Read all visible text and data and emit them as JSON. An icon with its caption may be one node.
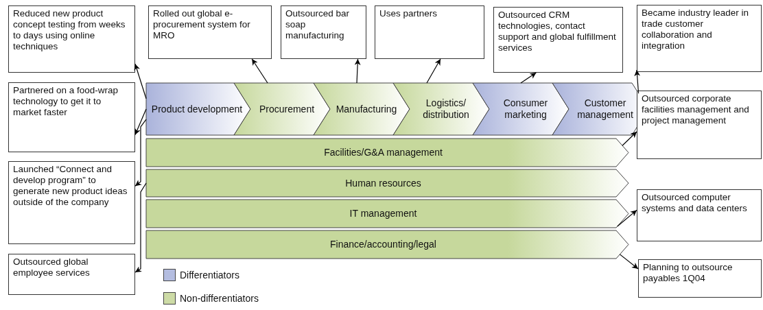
{
  "diagram": {
    "nodes": [
      {
        "text": [
          "Reduced new product concept testing from weeks to days using online techniques"
        ]
      },
      {
        "text": [
          "Rolled out global e-procurement system for MRO"
        ]
      },
      {
        "text": [
          "Outsourced bar soap manufacturing"
        ]
      },
      {
        "text": [
          "Uses partners"
        ]
      },
      {
        "text": [
          "Outsourced CRM technologies, contact support and global fulfillment services"
        ]
      },
      {
        "text": [
          "Became industry leader in trade customer collaboration and integration"
        ]
      },
      {
        "text": [
          "Partnered on a food-wrap technology to get it to market faster"
        ]
      },
      {
        "text": [
          "Launched “Connect and develop program” to generate new product ideas outside of the company"
        ]
      },
      {
        "text": [
          "Outsourced global employee services"
        ]
      },
      {
        "text": [
          "Product development"
        ]
      },
      {
        "text": [
          "Procurement"
        ]
      },
      {
        "text": [
          "Manufacturing"
        ]
      },
      {
        "text": [
          "Logistics/ distribution"
        ]
      },
      {
        "text": [
          "Consumer marketing"
        ]
      },
      {
        "text": [
          "Customer management"
        ]
      },
      {
        "text": [
          "Facilities/G&A management"
        ]
      },
      {
        "text": [
          "Human resources"
        ]
      },
      {
        "text": [
          "IT management"
        ]
      },
      {
        "text": [
          "Finance/accounting/legal"
        ]
      },
      {
        "text": [
          "Outsourced corporate facilities management and project management"
        ]
      },
      {
        "text": [
          "Outsourced computer systems and data centers"
        ]
      },
      {
        "text": [
          "Planning to outsource payables 1Q04"
        ]
      }
    ],
    "edges": [
      {
        "from": 9,
        "to": 0,
        "arrow": "to"
      },
      {
        "from": 9,
        "to": 6,
        "arrow": "to"
      },
      {
        "from": 9,
        "to": 7,
        "arrow": "to"
      },
      {
        "from": 16,
        "to": 8,
        "arrow": "to"
      },
      {
        "from": 10,
        "to": 1,
        "arrow": "to"
      },
      {
        "from": 11,
        "to": 2,
        "arrow": "to"
      },
      {
        "from": 12,
        "to": 3,
        "arrow": "to"
      },
      {
        "from": 13,
        "to": 4,
        "arrow": "to"
      },
      {
        "from": 14,
        "to": 5,
        "arrow": "to"
      },
      {
        "from": 15,
        "to": 19,
        "arrow": "to"
      },
      {
        "from": 17,
        "to": 20,
        "arrow": "to"
      },
      {
        "from": 18,
        "to": 21,
        "arrow": "to"
      }
    ],
    "legend": [
      {
        "text": "Differentiators",
        "color": "#b4bde0"
      },
      {
        "text": "Non-differentiators",
        "color": "#cddba6"
      }
    ]
  }
}
